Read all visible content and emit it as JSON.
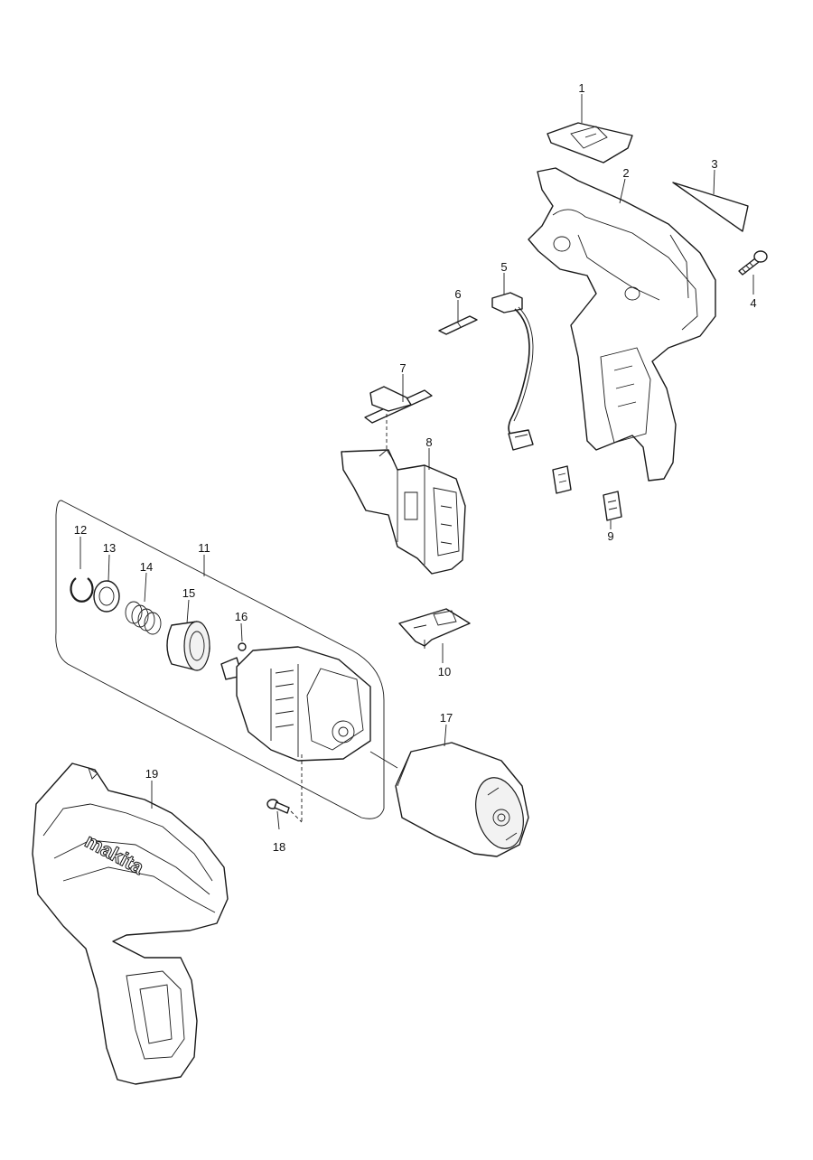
{
  "diagram": {
    "brand_text": "makita",
    "parts": [
      {
        "id": "1",
        "label": "1"
      },
      {
        "id": "2",
        "label": "2"
      },
      {
        "id": "3",
        "label": "3"
      },
      {
        "id": "4",
        "label": "4"
      },
      {
        "id": "5",
        "label": "5"
      },
      {
        "id": "6",
        "label": "6"
      },
      {
        "id": "7",
        "label": "7"
      },
      {
        "id": "8",
        "label": "8"
      },
      {
        "id": "9",
        "label": "9"
      },
      {
        "id": "10",
        "label": "10"
      },
      {
        "id": "11",
        "label": "11"
      },
      {
        "id": "12",
        "label": "12"
      },
      {
        "id": "13",
        "label": "13"
      },
      {
        "id": "14",
        "label": "14"
      },
      {
        "id": "15",
        "label": "15"
      },
      {
        "id": "16",
        "label": "16"
      },
      {
        "id": "17",
        "label": "17"
      },
      {
        "id": "18",
        "label": "18"
      },
      {
        "id": "19",
        "label": "19"
      }
    ]
  }
}
